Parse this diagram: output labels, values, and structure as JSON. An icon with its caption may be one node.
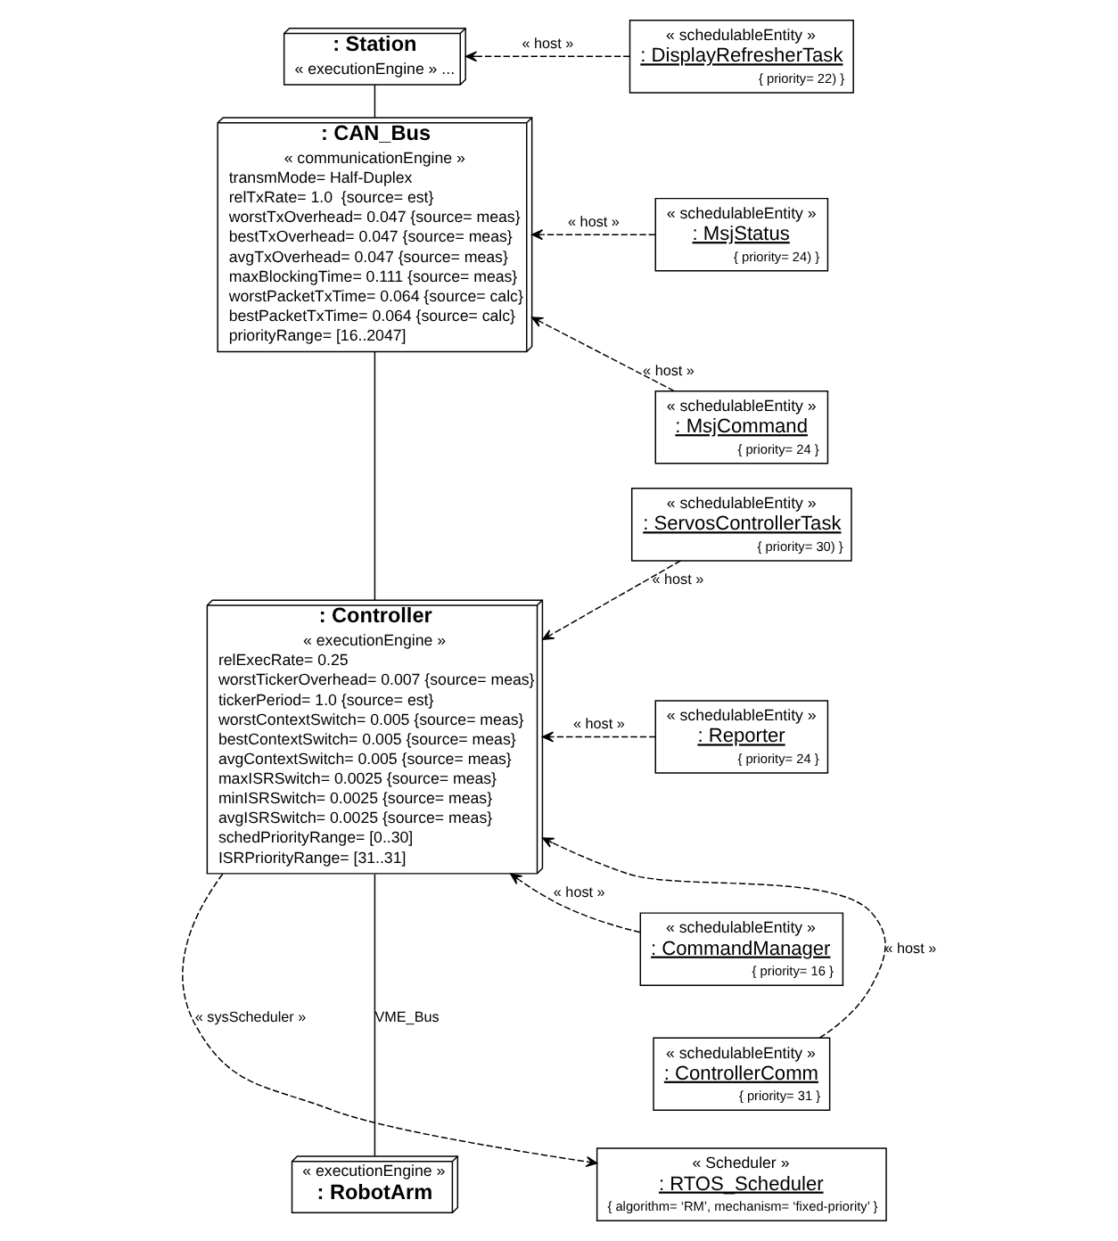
{
  "diagram": {
    "nodes": [
      {
        "text": [
          ": Station",
          "« executionEngine » ..."
        ]
      },
      {
        "text": [
          "« schedulableEntity »",
          ": DisplayRefresherTask",
          "{ priority= 22) }"
        ]
      },
      {
        "text": [
          ": CAN_Bus",
          "« communicationEngine »",
          "transmMode= Half-Duplex",
          "relTxRate= 1.0  {source= est}",
          "worstTxOverhead= 0.047 {source= meas}",
          "bestTxOverhead= 0.047 {source= meas}",
          "avgTxOverhead= 0.047 {source= meas}",
          "maxBlockingTime= 0.111 {source= meas}",
          "worstPacketTxTime= 0.064 {source= calc}",
          "bestPacketTxTime= 0.064 {source= calc}",
          "priorityRange= [16..2047]"
        ]
      },
      {
        "text": [
          "« schedulableEntity »",
          ": MsjStatus",
          "{ priority= 24) }"
        ]
      },
      {
        "text": [
          "« schedulableEntity »",
          ": MsjCommand",
          "{ priority= 24 }"
        ]
      },
      {
        "text": [
          "« schedulableEntity »",
          ": ServosControllerTask",
          "{ priority= 30) }"
        ]
      },
      {
        "text": [
          ": Controller",
          "« executionEngine »",
          "relExecRate= 0.25",
          "worstTickerOverhead= 0.007 {source= meas}",
          "tickerPeriod= 1.0 {source= est}",
          "worstContextSwitch= 0.005 {source= meas}",
          "bestContextSwitch= 0.005 {source= meas}",
          "avgContextSwitch= 0.005 {source= meas}",
          "maxISRSwitch= 0.0025 {source= meas}",
          "minISRSwitch= 0.0025 {source= meas}",
          "avgISRSwitch= 0.0025 {source= meas}",
          "schedPriorityRange= [0..30]",
          "ISRPriorityRange= [31..31]"
        ]
      },
      {
        "text": [
          "« schedulableEntity »",
          ": Reporter",
          "{ priority= 24 }"
        ]
      },
      {
        "text": [
          "« schedulableEntity »",
          ": CommandManager",
          "{ priority= 16 }"
        ]
      },
      {
        "text": [
          "« schedulableEntity »",
          ": ControllerComm",
          "{ priority= 31 }"
        ]
      },
      {
        "text": [
          "« Scheduler »",
          ": RTOS_Scheduler",
          "{ algorithm= ‘RM’, mechanism= ‘fixed-priority’ }"
        ]
      },
      {
        "text": [
          "« executionEngine »",
          ": RobotArm"
        ]
      }
    ],
    "edges": [
      {
        "from": 1,
        "to": 0,
        "arrow": "to",
        "label": "« host »",
        "style": "dashed"
      },
      {
        "from": 0,
        "to": 2,
        "arrow": "none"
      },
      {
        "from": 3,
        "to": 2,
        "arrow": "to",
        "label": "« host »",
        "style": "dashed"
      },
      {
        "from": 4,
        "to": 2,
        "arrow": "to",
        "label": "« host »",
        "style": "dashed"
      },
      {
        "from": 2,
        "to": 6,
        "arrow": "none"
      },
      {
        "from": 5,
        "to": 6,
        "arrow": "to",
        "label": "« host »",
        "style": "dashed"
      },
      {
        "from": 7,
        "to": 6,
        "arrow": "to",
        "label": "« host »",
        "style": "dashed"
      },
      {
        "from": 8,
        "to": 6,
        "arrow": "to",
        "label": "« host »",
        "style": "dashed"
      },
      {
        "from": 9,
        "to": 6,
        "arrow": "to",
        "label": "« host »",
        "style": "dashed"
      },
      {
        "from": 6,
        "to": 11,
        "arrow": "none",
        "label": "VME_Bus"
      },
      {
        "from": 6,
        "to": 10,
        "arrow": "to",
        "label": "« sysScheduler »",
        "style": "dashed"
      }
    ]
  }
}
